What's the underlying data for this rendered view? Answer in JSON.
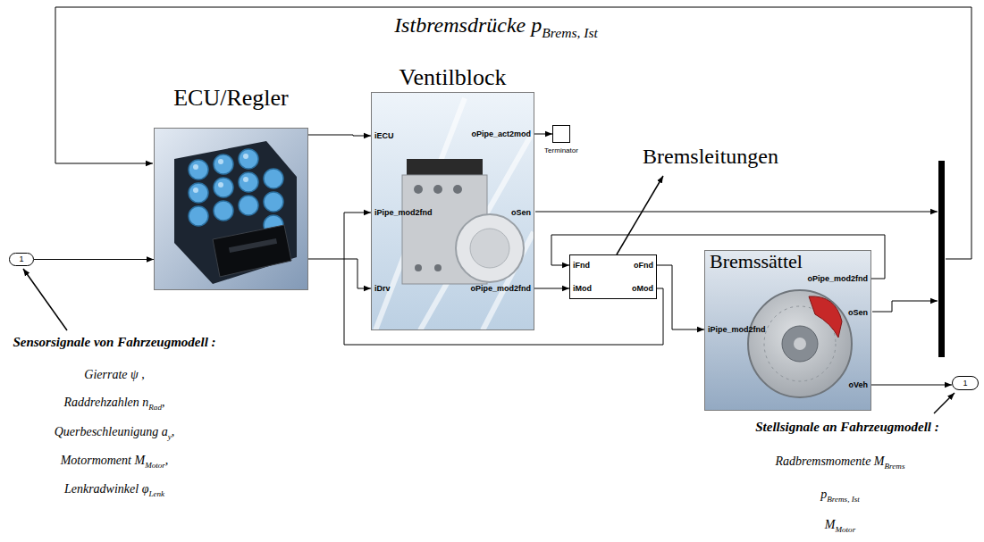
{
  "diagram": {
    "nodes": [
      {
        "text": [
          "1"
        ]
      },
      {
        "text": [
          "ECU/Regler"
        ]
      },
      {
        "text": [
          "Ventilblock",
          "iECU",
          "iPipe_mod2fnd",
          "iDrv",
          "oPipe_act2mod",
          "oSen",
          "oPipe_mod2fnd"
        ]
      },
      {
        "text": [
          "Terminator"
        ]
      },
      {
        "text": [
          "iFnd",
          "oFnd",
          "iMod",
          "oMod"
        ]
      },
      {
        "text": [
          "Bremssättel",
          "iPipe_mod2fnd",
          "oPipe_mod2fnd",
          "oSen",
          "oVeh"
        ]
      },
      {
        "text": [
          "1"
        ]
      }
    ],
    "edges": [
      {
        "from": 0,
        "to": 1,
        "arrow": "to"
      },
      {
        "from": 1,
        "to": 2,
        "arrow": "to"
      },
      {
        "from": 1,
        "to": 2,
        "arrow": "to"
      },
      {
        "from": 2,
        "to": 3,
        "arrow": "to"
      },
      {
        "from": 2,
        "to": 4,
        "arrow": "to"
      },
      {
        "from": 4,
        "to": 5,
        "arrow": "to"
      },
      {
        "from": 4,
        "to": 2,
        "arrow": "to"
      },
      {
        "from": 5,
        "to": 4,
        "arrow": "to"
      },
      {
        "from": 5,
        "to": 6,
        "arrow": "to"
      }
    ],
    "labels": [
      "Istbremsdrücke p",
      "Brems, Ist",
      "Bremsleitungen",
      "Sensorsignale von Fahrzeugmodell :",
      "Gierrate ψ ,",
      "Raddrehzahlen n",
      "Rad",
      ",",
      "Querbeschleunigung a",
      "y",
      ",",
      "Motormoment M",
      "Motor",
      ",",
      "Lenkradwinkel φ",
      "Lenk",
      "Stellsignale an Fahrzeugmodell :",
      "Radbremsmomente M",
      "Brems",
      "p",
      "Brems, Ist",
      "M",
      "Motor"
    ]
  }
}
